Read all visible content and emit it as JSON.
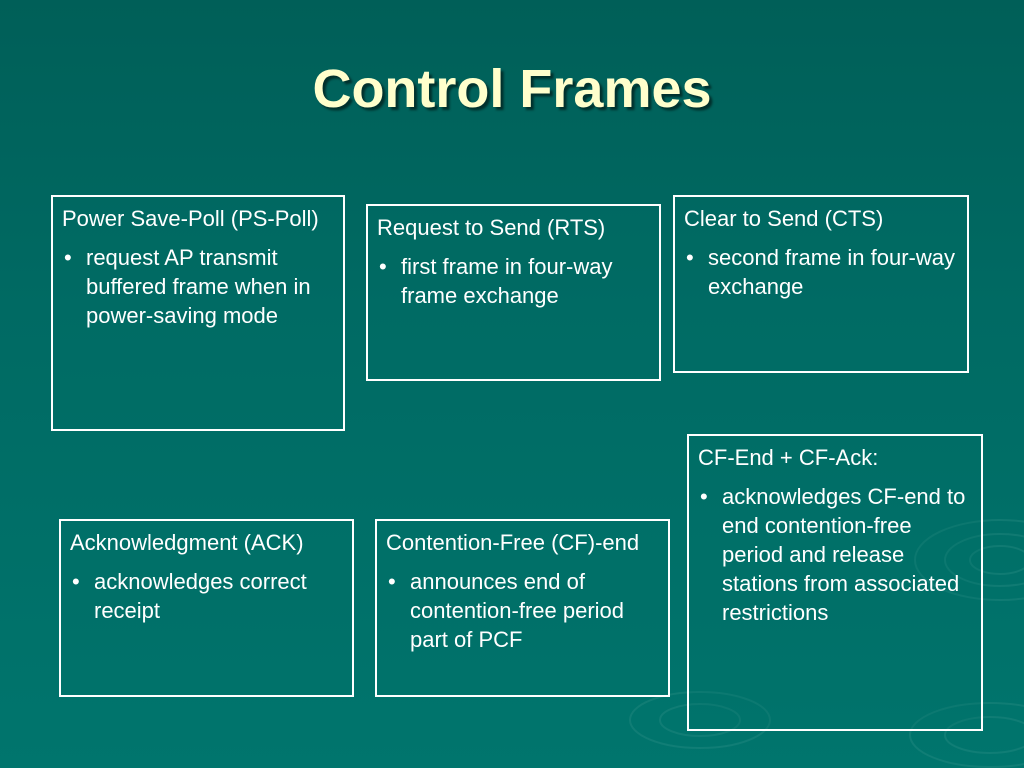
{
  "slide": {
    "title": "Control Frames"
  },
  "boxes": {
    "pspoll": {
      "heading": "Power Save-Poll (PS-Poll)",
      "bullet": "request AP transmit buffered frame when in power-saving mode"
    },
    "rts": {
      "heading": "Request to Send (RTS)",
      "bullet": "first frame in four-way frame exchange"
    },
    "cts": {
      "heading": "Clear to Send (CTS)",
      "bullet": "second frame in four-way exchange"
    },
    "cfack": {
      "heading": "CF-End + CF-Ack:",
      "bullet": "acknowledges CF-end to end contention-free period and release stations from associated restrictions"
    },
    "ack": {
      "heading": "Acknowledgment (ACK)",
      "bullet": "acknowledges correct receipt"
    },
    "cfend": {
      "heading": "Contention-Free (CF)-end",
      "bullet": "announces end of contention-free period part of PCF"
    }
  },
  "style": {
    "background": "#006a63",
    "title_color": "#ffffcc",
    "text_color": "#ffffff",
    "border_color": "#ffffff"
  },
  "bullet_glyph": "•"
}
